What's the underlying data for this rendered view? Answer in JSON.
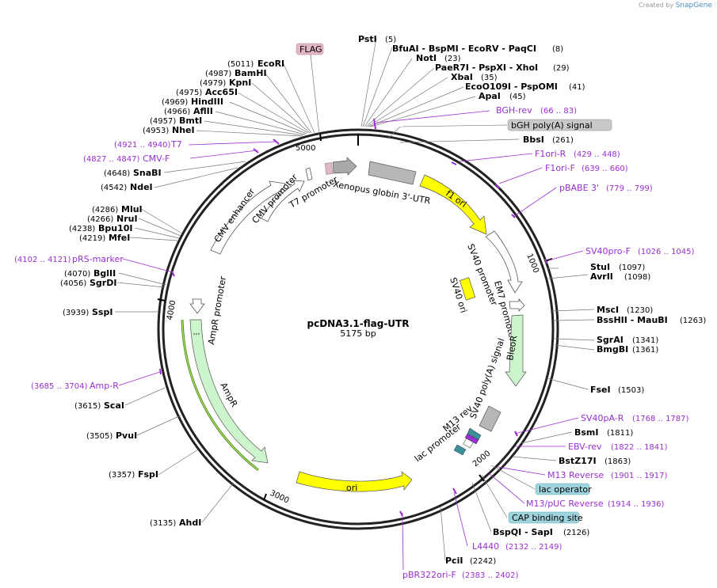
{
  "branding": {
    "created_by": "Created by",
    "app": "SnapGene"
  },
  "plasmid": {
    "name": "pcDNA3.1-flag-UTR",
    "size": "5175 bp"
  },
  "ticks": [
    "1000",
    "2000",
    "3000",
    "4000",
    "5000"
  ],
  "features": [
    {
      "label": "FLAG",
      "boxed": true,
      "color": "#e2b6c4"
    },
    {
      "label": "Xenopus globin 3'-UTR"
    },
    {
      "label": "f1 ori"
    },
    {
      "label": "SV40 promoter"
    },
    {
      "label": "SV40 ori"
    },
    {
      "label": "EM7 promoter"
    },
    {
      "label": "BleoR"
    },
    {
      "label": "SV40 poly(A) signal"
    },
    {
      "label": "M13 rev"
    },
    {
      "label": "lac promoter"
    },
    {
      "label": "ori"
    },
    {
      "label": "AmpR"
    },
    {
      "label": "AmpR promoter"
    },
    {
      "label": "CMV enhancer"
    },
    {
      "label": "CMV promoter"
    },
    {
      "label": "T7 promoter"
    },
    {
      "label": "bGH poly(A) signal",
      "boxed": true,
      "color": "#c9c9c9"
    },
    {
      "label": "lac operator",
      "boxed": true,
      "color": "#9fd3de"
    },
    {
      "label": "CAP binding site",
      "boxed": true,
      "color": "#9fd3de"
    }
  ],
  "right_labels": [
    {
      "name": "PstI",
      "pos": "(5)"
    },
    {
      "name": "BfuAI  -  BspMI  -  EcoRV  -  PaqCI",
      "pos": "(8)"
    },
    {
      "name": "NotI",
      "pos": "(23)"
    },
    {
      "name": "PaeR7I  -  PspXI  -  XhoI",
      "pos": "(29)"
    },
    {
      "name": "XbaI",
      "pos": "(35)"
    },
    {
      "name": "EcoO109I  -  PspOMI",
      "pos": "(41)"
    },
    {
      "name": "ApaI",
      "pos": "(45)"
    },
    {
      "name": "BGH-rev",
      "pos": "(66 .. 83)",
      "primer": true
    },
    {
      "name": "bGH poly(A) signal",
      "pos": "",
      "feature": true
    },
    {
      "name": "BbsI",
      "pos": "(261)"
    },
    {
      "name": "F1ori-R",
      "pos": "(429 .. 448)",
      "primer": true
    },
    {
      "name": "F1ori-F",
      "pos": "(639 .. 660)",
      "primer": true
    },
    {
      "name": "pBABE 3'",
      "pos": "(779 .. 799)",
      "primer": true
    },
    {
      "name": "SV40pro-F",
      "pos": "(1026 .. 1045)",
      "primer": true
    },
    {
      "name": "StuI",
      "pos": "(1097)"
    },
    {
      "name": "AvrII",
      "pos": "(1098)"
    },
    {
      "name": "MscI",
      "pos": "(1230)"
    },
    {
      "name": "BssHII  -  MauBI",
      "pos": "(1263)"
    },
    {
      "name": "SgrAI",
      "pos": "(1341)"
    },
    {
      "name": "BmgBI",
      "pos": "(1361)"
    },
    {
      "name": "FseI",
      "pos": "(1503)"
    },
    {
      "name": "SV40pA-R",
      "pos": "(1768 .. 1787)",
      "primer": true
    },
    {
      "name": "BsmI",
      "pos": "(1811)"
    },
    {
      "name": "EBV-rev",
      "pos": "(1822 .. 1841)",
      "primer": true
    },
    {
      "name": "BstZ17I",
      "pos": "(1863)"
    },
    {
      "name": "M13 Reverse",
      "pos": "(1901 .. 1917)",
      "primer": true
    },
    {
      "name": "lac operator",
      "pos": "",
      "feature": true
    },
    {
      "name": "M13/pUC Reverse",
      "pos": "(1914 .. 1936)",
      "primer": true
    },
    {
      "name": "CAP binding site",
      "pos": "",
      "feature": true
    },
    {
      "name": "BspQI  -  SapI",
      "pos": "(2126)"
    },
    {
      "name": "L4440",
      "pos": "(2132 .. 2149)",
      "primer": true
    },
    {
      "name": "PciI",
      "pos": "(2242)"
    },
    {
      "name": "pBR322ori-F",
      "pos": "(2383 .. 2402)",
      "primer": true
    }
  ],
  "left_labels": [
    {
      "name": "FLAG",
      "pos": "",
      "feature": true
    },
    {
      "name": "EcoRI",
      "pos": "(5011)"
    },
    {
      "name": "BamHI",
      "pos": "(4987)"
    },
    {
      "name": "KpnI",
      "pos": "(4979)"
    },
    {
      "name": "Acc65I",
      "pos": "(4975)"
    },
    {
      "name": "HindIII",
      "pos": "(4969)"
    },
    {
      "name": "AflII",
      "pos": "(4966)"
    },
    {
      "name": "BmtI",
      "pos": "(4957)"
    },
    {
      "name": "NheI",
      "pos": "(4953)"
    },
    {
      "name": "T7",
      "pos": "(4921 .. 4940)",
      "primer": true
    },
    {
      "name": "CMV-F",
      "pos": "(4827 .. 4847)",
      "primer": true
    },
    {
      "name": "SnaBI",
      "pos": "(4648)"
    },
    {
      "name": "NdeI",
      "pos": "(4542)"
    },
    {
      "name": "MluI",
      "pos": "(4286)"
    },
    {
      "name": "NruI",
      "pos": "(4266)"
    },
    {
      "name": "Bpu10I",
      "pos": "(4238)"
    },
    {
      "name": "MfeI",
      "pos": "(4219)"
    },
    {
      "name": "pRS-marker",
      "pos": "(4102 .. 4121)",
      "primer": true
    },
    {
      "name": "BglII",
      "pos": "(4070)"
    },
    {
      "name": "SgrDI",
      "pos": "(4056)"
    },
    {
      "name": "SspI",
      "pos": "(3939)"
    },
    {
      "name": "Amp-R",
      "pos": "(3685 .. 3704)",
      "primer": true
    },
    {
      "name": "ScaI",
      "pos": "(3615)"
    },
    {
      "name": "PvuI",
      "pos": "(3505)"
    },
    {
      "name": "FspI",
      "pos": "(3357)"
    },
    {
      "name": "AhdI",
      "pos": "(3135)"
    }
  ],
  "colors": {
    "primer": "#9a2fd1",
    "ring": "#222222",
    "f1ori": "#ffff00",
    "ori": "#ffff00",
    "ampr": "#ccf5cc",
    "grey": "#b7b7b7"
  }
}
